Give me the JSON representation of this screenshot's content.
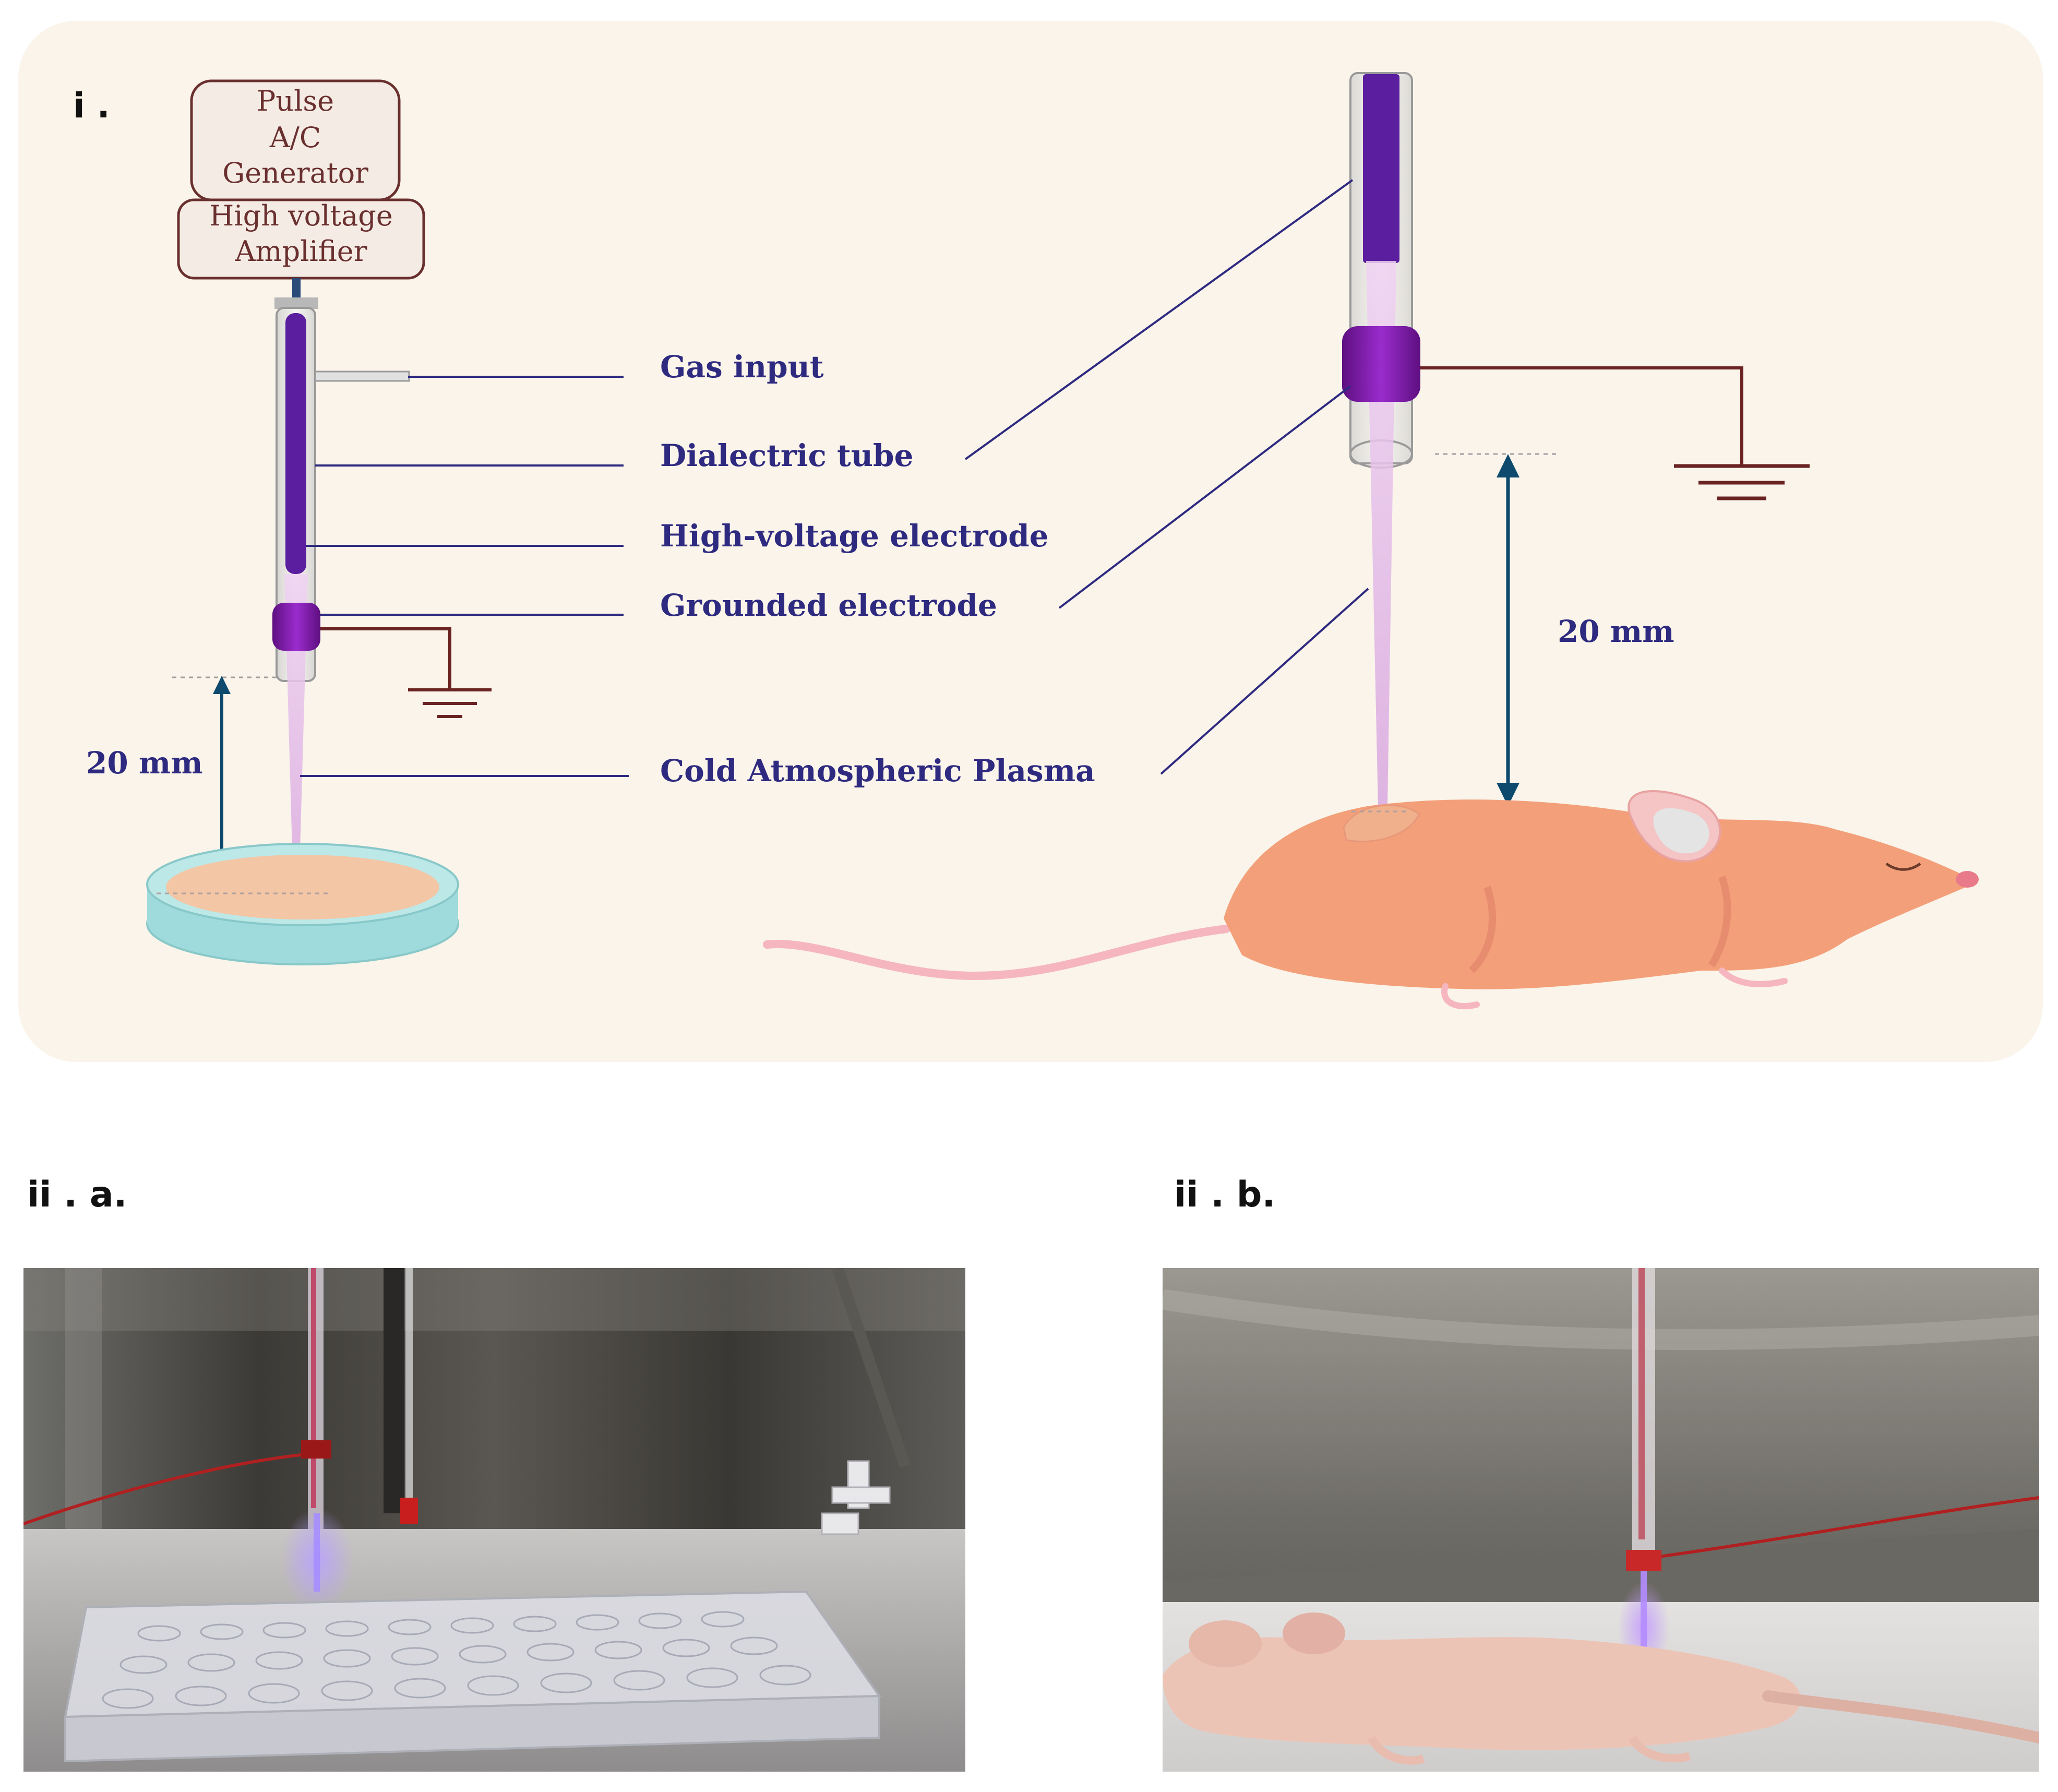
{
  "panels": {
    "top_label": "i .",
    "left_label": "ii . a.",
    "right_label": "ii . b."
  },
  "device": {
    "generator_line1": "Pulse",
    "generator_line2": "A/C",
    "generator_line3": "Generator",
    "amplifier_line1": "High voltage",
    "amplifier_line2": "Amplifier"
  },
  "callouts": {
    "gas_input": "Gas input",
    "dielectric_tube": "Dialectric tube",
    "hv_electrode": "High-voltage electrode",
    "grounded_electrode": "Grounded electrode",
    "plasma": "Cold Atmospheric Plasma"
  },
  "distances": {
    "left": "20 mm",
    "right": "20 mm"
  },
  "colors": {
    "panel_bg": "#faf4ea",
    "label_blue": "#2e2a80",
    "electrode_purple": "#5a1e9e",
    "ring_purple": "#7b1aa0",
    "plasma_pink": "#e8c8ec",
    "mouse_orange": "#f3a07a",
    "arrow_blue": "#2a96d6",
    "dim_arrow": "#0d4a6e",
    "ground_brown": "#6a2222"
  },
  "icons": [
    "down-arrow-icon",
    "ground-symbol-icon",
    "mouse-illustration",
    "petri-dish-illustration"
  ]
}
